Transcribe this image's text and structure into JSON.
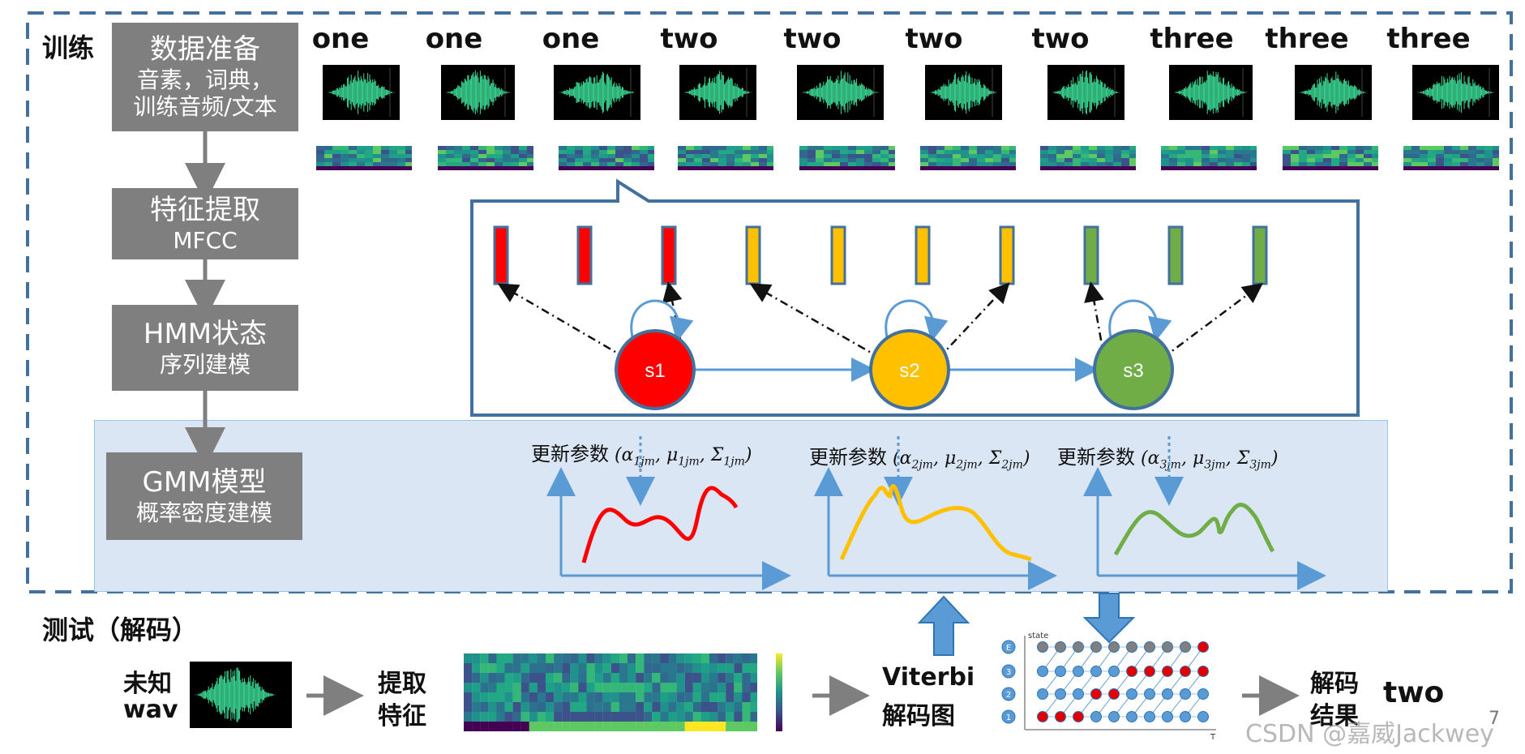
{
  "sections": {
    "train_label": "训练",
    "test_label": "测试（解码）"
  },
  "pipeline": {
    "data_prep": {
      "line1": "数据准备",
      "line2": "音素，词典，",
      "line3": "训练音频/文本"
    },
    "feature": {
      "line1": "特征提取",
      "line2": "MFCC"
    },
    "hmm": {
      "line1": "HMM状态",
      "line2": "序列建模"
    },
    "gmm": {
      "line1": "GMM模型",
      "line2": "概率密度建模"
    }
  },
  "words": [
    "one",
    "one",
    "one",
    "two",
    "two",
    "two",
    "two",
    "three",
    "three",
    "three"
  ],
  "states": [
    {
      "label": "s1",
      "color": "#ff0000"
    },
    {
      "label": "s2",
      "color": "#ffc000"
    },
    {
      "label": "s3",
      "color": "#70ad47"
    }
  ],
  "frame_colors": [
    "#ff0000",
    "#ff0000",
    "#ff0000",
    "#ffc000",
    "#ffc000",
    "#ffc000",
    "#ffc000",
    "#70ad47",
    "#70ad47",
    "#70ad47"
  ],
  "gmm_updates": [
    {
      "prefix": "更新参数",
      "sub": "1"
    },
    {
      "prefix": "更新参数",
      "sub": "2"
    },
    {
      "prefix": "更新参数",
      "sub": "3"
    }
  ],
  "decode": {
    "unknown_line1": "未知",
    "unknown_line2": "wav",
    "extract_line1": "提取",
    "extract_line2": "特征",
    "viterbi_line1": "Viterbi",
    "viterbi_line2": "解码图",
    "result_line1": "解码",
    "result_line2": "结果",
    "result_word": "two",
    "trellis_axis_y": "state",
    "trellis_axis_x": "T",
    "trellis_states": [
      "E",
      "3",
      "2",
      "1"
    ]
  },
  "footer": {
    "watermark": "CSDN @嘉威Jackwey",
    "page_number": "7"
  },
  "colors": {
    "accent_blue": "#2e75b6",
    "box_gray": "#7f7f7f",
    "gmm_panel": "#dae6f4"
  }
}
